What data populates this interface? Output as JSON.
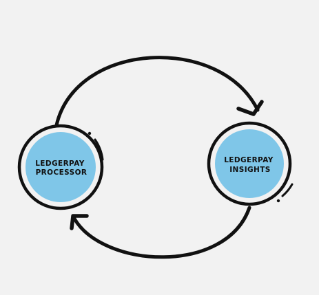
{
  "nodes": [
    {
      "id": "processor",
      "lines": [
        "LEDGERPAY",
        "PROCESSOR"
      ]
    },
    {
      "id": "insights",
      "lines": [
        "LEDGERPAY",
        "INSIGHTS"
      ]
    }
  ],
  "connectors": [
    {
      "from": "processor",
      "to": "insights"
    },
    {
      "from": "insights",
      "to": "processor"
    }
  ],
  "colors": {
    "background": "#f2f2f2",
    "node_fill": "#7fc6e8",
    "stroke": "#111111",
    "text": "#111111"
  }
}
